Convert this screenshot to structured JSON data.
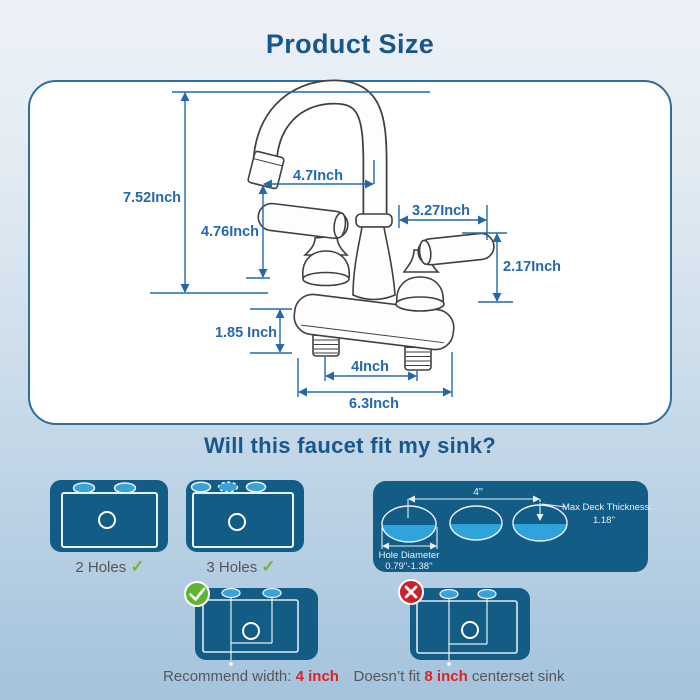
{
  "title": "Product Size",
  "size_panel": {
    "dim_total_height": "7.52Inch",
    "dim_spout_reach": "4.7Inch",
    "dim_spout_height": "4.76Inch",
    "dim_handle_length": "3.27Inch",
    "dim_handle_height": "2.17Inch",
    "dim_shank_length": "1.85 Inch",
    "dim_hole_spacing": "4Inch",
    "dim_base_width": "6.3Inch"
  },
  "fit_section": {
    "heading": "Will this faucet fit my sink?",
    "card_2holes": {
      "label": "2 Holes",
      "check": "✓"
    },
    "card_3holes": {
      "label": "3 Holes",
      "check": "✓"
    },
    "spec_panel": {
      "spacing": "4''",
      "max_deck_label": "Max Deck Thickness:",
      "max_deck_value": "1.18''",
      "hole_diameter_label": "Hole Diameter",
      "hole_diameter_range": "0.79''-1.38''"
    },
    "recommend_prefix": "Recommend width: ",
    "recommend_value": "4 inch",
    "notfit_prefix": "Doesn’t fit ",
    "notfit_value": "8 inch",
    "notfit_suffix": " centerset sink"
  },
  "colors": {
    "heading_blue": "#19568C",
    "panel_blue": "#135C86",
    "dimension_blue": "#2368AF",
    "hole_blue": "#3AA2D8",
    "check_green": "#5FB52F",
    "cross_red": "#CE2028",
    "highlight_red": "#E02025",
    "caption_gray": "#55565A"
  }
}
